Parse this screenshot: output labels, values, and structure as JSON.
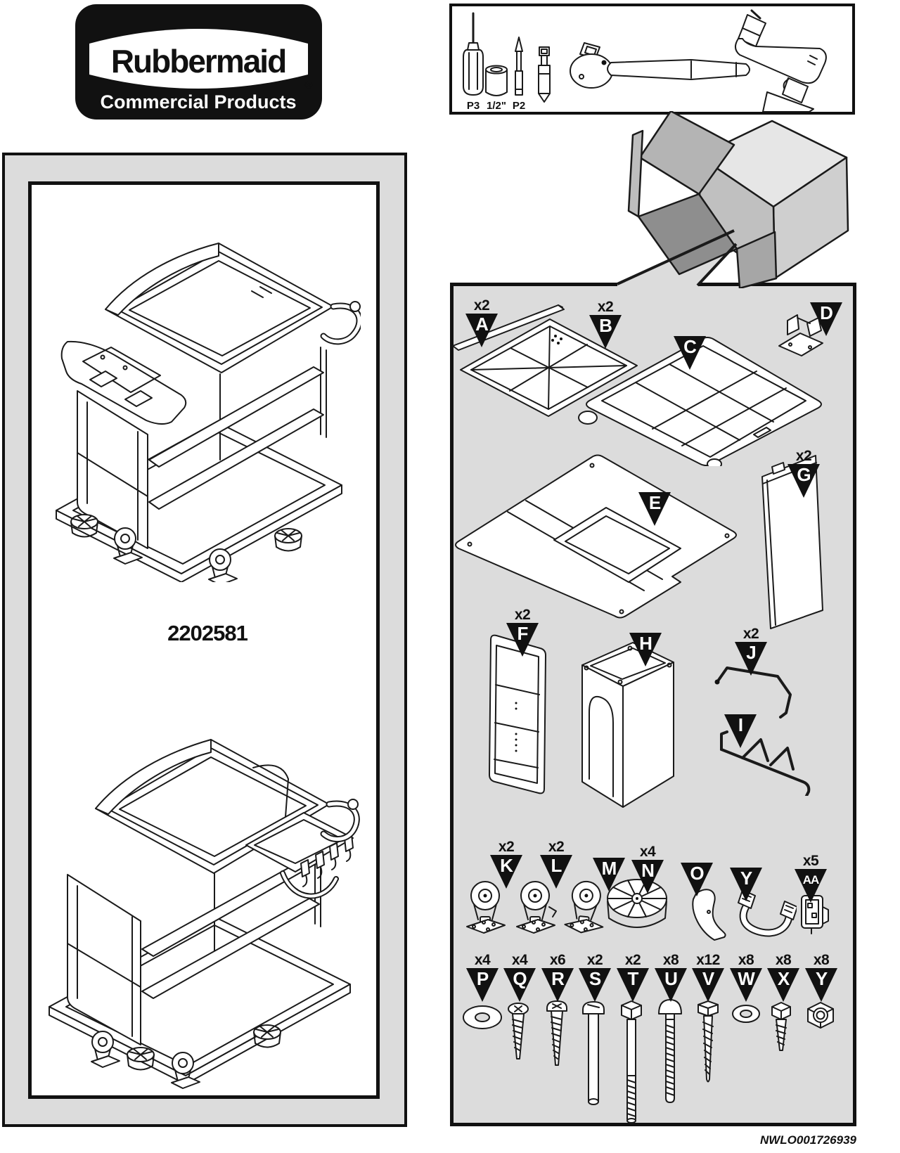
{
  "logo": {
    "brand": "Rubbermaid",
    "registered_mark": "®",
    "subtitle": "Commercial Products"
  },
  "tools_panel": {
    "tool_labels": [
      "P3",
      "1/2\"",
      "P2"
    ],
    "tools": [
      "p3-phillips-screwdriver",
      "half-inch-socket",
      "p2-phillips-bit",
      "socket-bit-adapter",
      "ratchet-wrench",
      "cordless-drill"
    ]
  },
  "product_panel": {
    "model_number": "2202581",
    "views": [
      "assembled-cart-rear-isometric",
      "assembled-cart-front-isometric"
    ]
  },
  "unboxing": {
    "illustration": "open-carton-with-contents-pointer"
  },
  "parts_panel": {
    "parts": [
      {
        "id": "A",
        "qty": "x2",
        "name": "shelf-support-rail"
      },
      {
        "id": "B",
        "qty": "x2",
        "name": "shelf-panel"
      },
      {
        "id": "C",
        "qty": "",
        "name": "cart-base"
      },
      {
        "id": "D",
        "qty": "",
        "name": "latch-bracket"
      },
      {
        "id": "E",
        "qty": "",
        "name": "cart-top-with-tray"
      },
      {
        "id": "G",
        "qty": "x2",
        "name": "side-panel"
      },
      {
        "id": "F",
        "qty": "x2",
        "name": "divider-panel"
      },
      {
        "id": "H",
        "qty": "",
        "name": "storage-bin"
      },
      {
        "id": "J",
        "qty": "x2",
        "name": "wire-handle"
      },
      {
        "id": "I",
        "qty": "",
        "name": "wire-rack"
      },
      {
        "id": "K",
        "qty": "x2",
        "name": "swivel-caster"
      },
      {
        "id": "L",
        "qty": "x2",
        "name": "swivel-caster-brake"
      },
      {
        "id": "M",
        "qty": "",
        "name": "swivel-caster"
      },
      {
        "id": "N",
        "qty": "x4",
        "name": "wheel"
      },
      {
        "id": "O",
        "qty": "",
        "name": "hook"
      },
      {
        "id": "Y",
        "qty": "",
        "name": "strap-clamp"
      },
      {
        "id": "AA",
        "qty": "x5",
        "name": "clip"
      },
      {
        "id": "P",
        "qty": "x4",
        "name": "washer-large"
      },
      {
        "id": "Q",
        "qty": "x4",
        "name": "screw"
      },
      {
        "id": "R",
        "qty": "x6",
        "name": "pan-head-screw"
      },
      {
        "id": "S",
        "qty": "x2",
        "name": "shoulder-bolt"
      },
      {
        "id": "T",
        "qty": "x2",
        "name": "hex-bolt-long"
      },
      {
        "id": "U",
        "qty": "x8",
        "name": "carriage-bolt"
      },
      {
        "id": "V",
        "qty": "x12",
        "name": "lag-screw"
      },
      {
        "id": "W",
        "qty": "x8",
        "name": "washer-small"
      },
      {
        "id": "X",
        "qty": "x8",
        "name": "hex-screw"
      },
      {
        "id": "Y",
        "qty": "x8",
        "name": "hex-nut"
      }
    ]
  },
  "footer": {
    "document_code": "NWLO001726939"
  }
}
